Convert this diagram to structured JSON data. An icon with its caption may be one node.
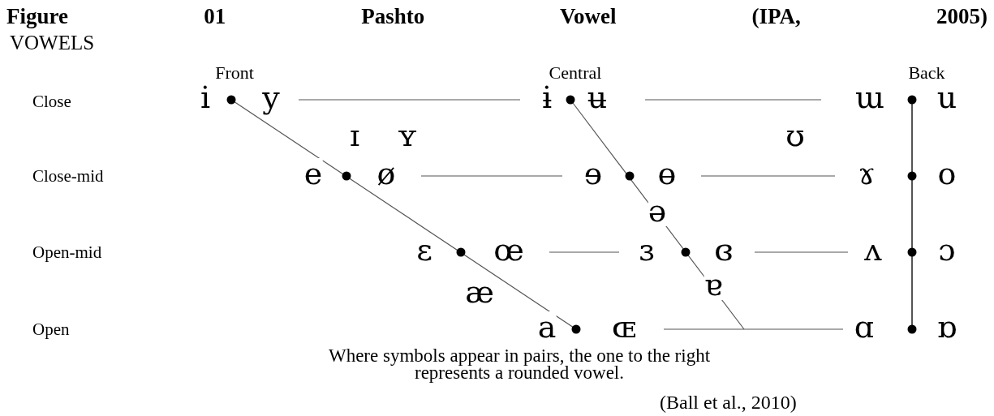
{
  "diagram": {
    "title": "Figure 01 Pashto Vowel (IPA, 2005)",
    "caption": "(Ball et al., 2010)",
    "labels": [
      "VOWELS",
      "Front",
      "Central",
      "Back",
      "Close",
      "i",
      "y",
      "ɨ",
      "ʉ",
      "ɯ",
      "u",
      "ɪ",
      "ʏ",
      "ʊ",
      "Close-mid",
      "e",
      "ø",
      "ɘ",
      "ɵ",
      "ɤ",
      "o",
      "ə",
      "Open-mid",
      "ɛ",
      "œ",
      "ɜ",
      "ɞ",
      "ʌ",
      "ɔ",
      "æ",
      "ɐ",
      "Open",
      "a",
      "ɶ",
      "ɑ",
      "ɒ",
      "Where symbols appear in pairs, the one to the right represents a rounded vowel."
    ]
  }
}
